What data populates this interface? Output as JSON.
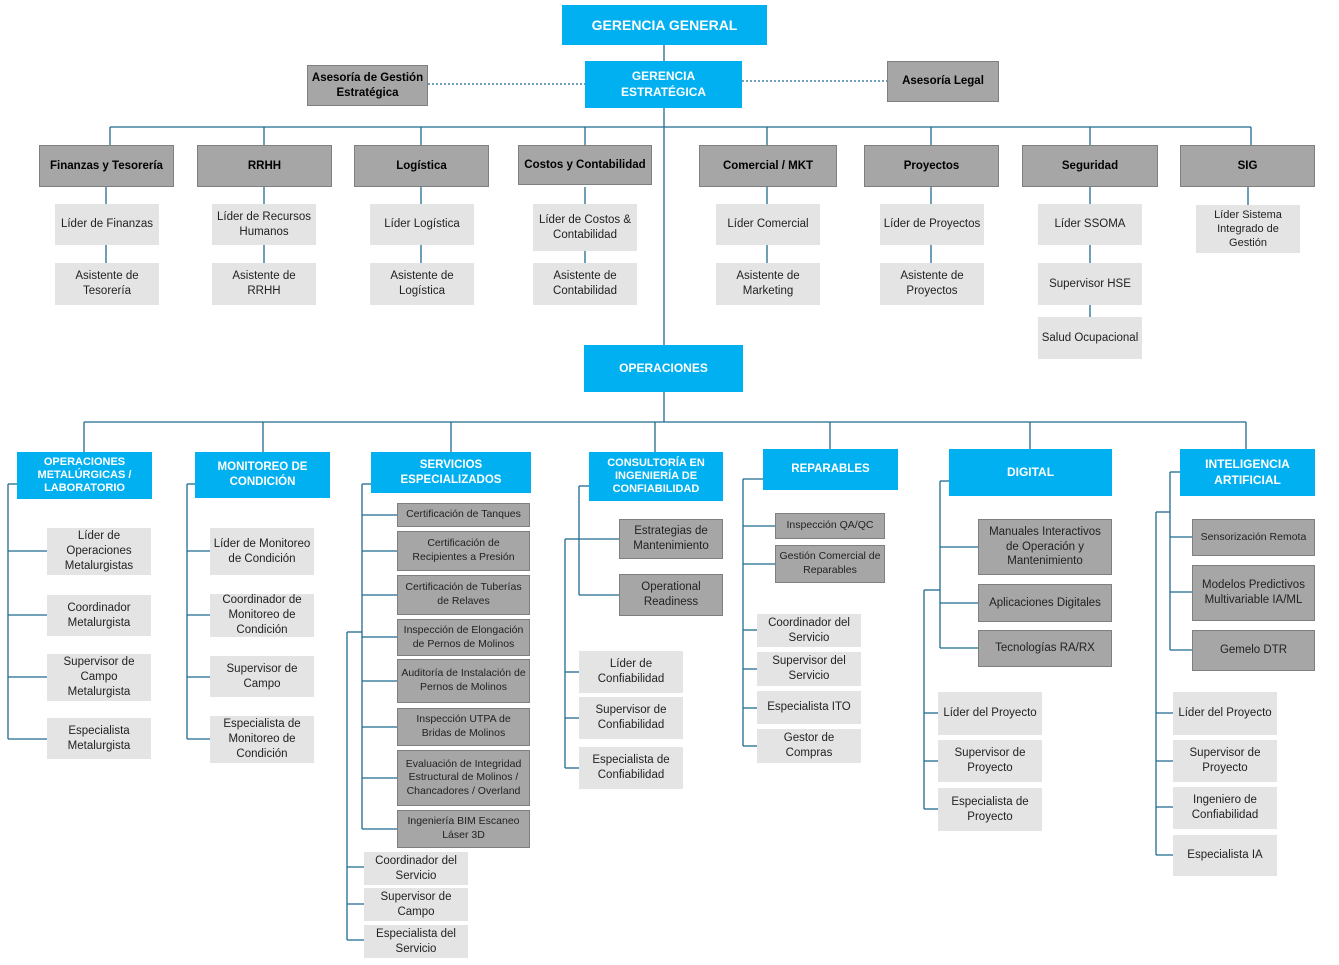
{
  "top": {
    "gerencia_general": "GERENCIA GENERAL",
    "gerencia_estrategica": "GERENCIA ESTRATÉGICA",
    "asesoria_gestion": "Asesoría de Gestión Estratégica",
    "asesoria_legal": "Asesoría Legal"
  },
  "areas": [
    {
      "title": "Finanzas y Tesorería",
      "roles": [
        "Líder de Finanzas",
        "Asistente de Tesorería"
      ]
    },
    {
      "title": "RRHH",
      "roles": [
        "Líder de Recursos Humanos",
        "Asistente de RRHH"
      ]
    },
    {
      "title": "Logística",
      "roles": [
        "Líder Logística",
        "Asistente de Logística"
      ]
    },
    {
      "title": "Costos y Contabilidad",
      "roles": [
        "Líder de Costos & Contabilidad",
        "Asistente de Contabilidad"
      ]
    },
    {
      "title": "Comercial / MKT",
      "roles": [
        "Líder Comercial",
        "Asistente de Marketing"
      ]
    },
    {
      "title": "Proyectos",
      "roles": [
        "Líder de Proyectos",
        "Asistente de Proyectos"
      ]
    },
    {
      "title": "Seguridad",
      "roles": [
        "Líder SSOMA",
        "Supervisor HSE",
        "Salud Ocupacional"
      ]
    },
    {
      "title": "SIG",
      "roles": [
        "Líder Sistema Integrado de Gestión"
      ]
    }
  ],
  "operaciones": {
    "title": "OPERACIONES",
    "units": [
      {
        "title": "OPERACIONES METALÚRGICAS / LABORATORIO",
        "services": [],
        "roles": [
          "Líder de Operaciones Metalurgistas",
          "Coordinador Metalurgista",
          "Supervisor de Campo Metalurgista",
          "Especialista Metalurgista"
        ]
      },
      {
        "title": "MONITOREO DE CONDICIÓN",
        "services": [],
        "roles": [
          "Líder de Monitoreo de Condición",
          "Coordinador de Monitoreo de Condición",
          "Supervisor de Campo",
          "Especialista de Monitoreo de Condición"
        ]
      },
      {
        "title": "SERVICIOS ESPECIALIZADOS",
        "services": [
          "Certificación  de Tanques",
          "Certificación de Recipientes a Presión",
          "Certificación de Tuberías de Relaves",
          "Inspección de Elongación de Pernos de Molinos",
          "Auditoría de Instalación de Pernos de Molinos",
          "Inspección UTPA de Bridas de Molinos",
          "Evaluación de Integridad Estructural de Molinos / Chancadores / Overland",
          "Ingeniería BIM Escaneo Láser 3D"
        ],
        "roles": [
          "Coordinador del Servicio",
          "Supervisor de Campo",
          "Especialista del Servicio"
        ]
      },
      {
        "title": "CONSULTORÍA EN INGENIERÍA DE CONFIABILIDAD",
        "services": [
          "Estrategias de Mantenimiento",
          "Operational Readiness"
        ],
        "roles": [
          "Líder de Confiabilidad",
          "Supervisor de Confiabilidad",
          "Especialista de Confiabilidad"
        ]
      },
      {
        "title": "REPARABLES",
        "services": [
          "Inspección QA/QC",
          "Gestión Comercial de Reparables"
        ],
        "roles": [
          "Coordinador del Servicio",
          "Supervisor del Servicio",
          "Especialista ITO",
          "Gestor de Compras"
        ]
      },
      {
        "title": "DIGITAL",
        "services": [
          "Manuales Interactivos de Operación y Mantenimiento",
          "Aplicaciones Digitales",
          "Tecnologías RA/RX"
        ],
        "roles": [
          "Líder del Proyecto",
          "Supervisor de Proyecto",
          "Especialista de Proyecto"
        ]
      },
      {
        "title": "INTELIGENCIA ARTIFICIAL",
        "services": [
          "Sensorización Remota",
          "Modelos Predictivos Multivariable IA/ML",
          "Gemelo DTR"
        ],
        "roles": [
          "Líder del Proyecto",
          "Supervisor de Proyecto",
          "Ingeniero de Confiabilidad",
          "Especialista IA"
        ]
      }
    ]
  },
  "colors": {
    "accent": "#00b0f0",
    "header_gray": "#a6a6a6",
    "role_gray": "#e4e4e4",
    "line": "#1f6b8f"
  }
}
